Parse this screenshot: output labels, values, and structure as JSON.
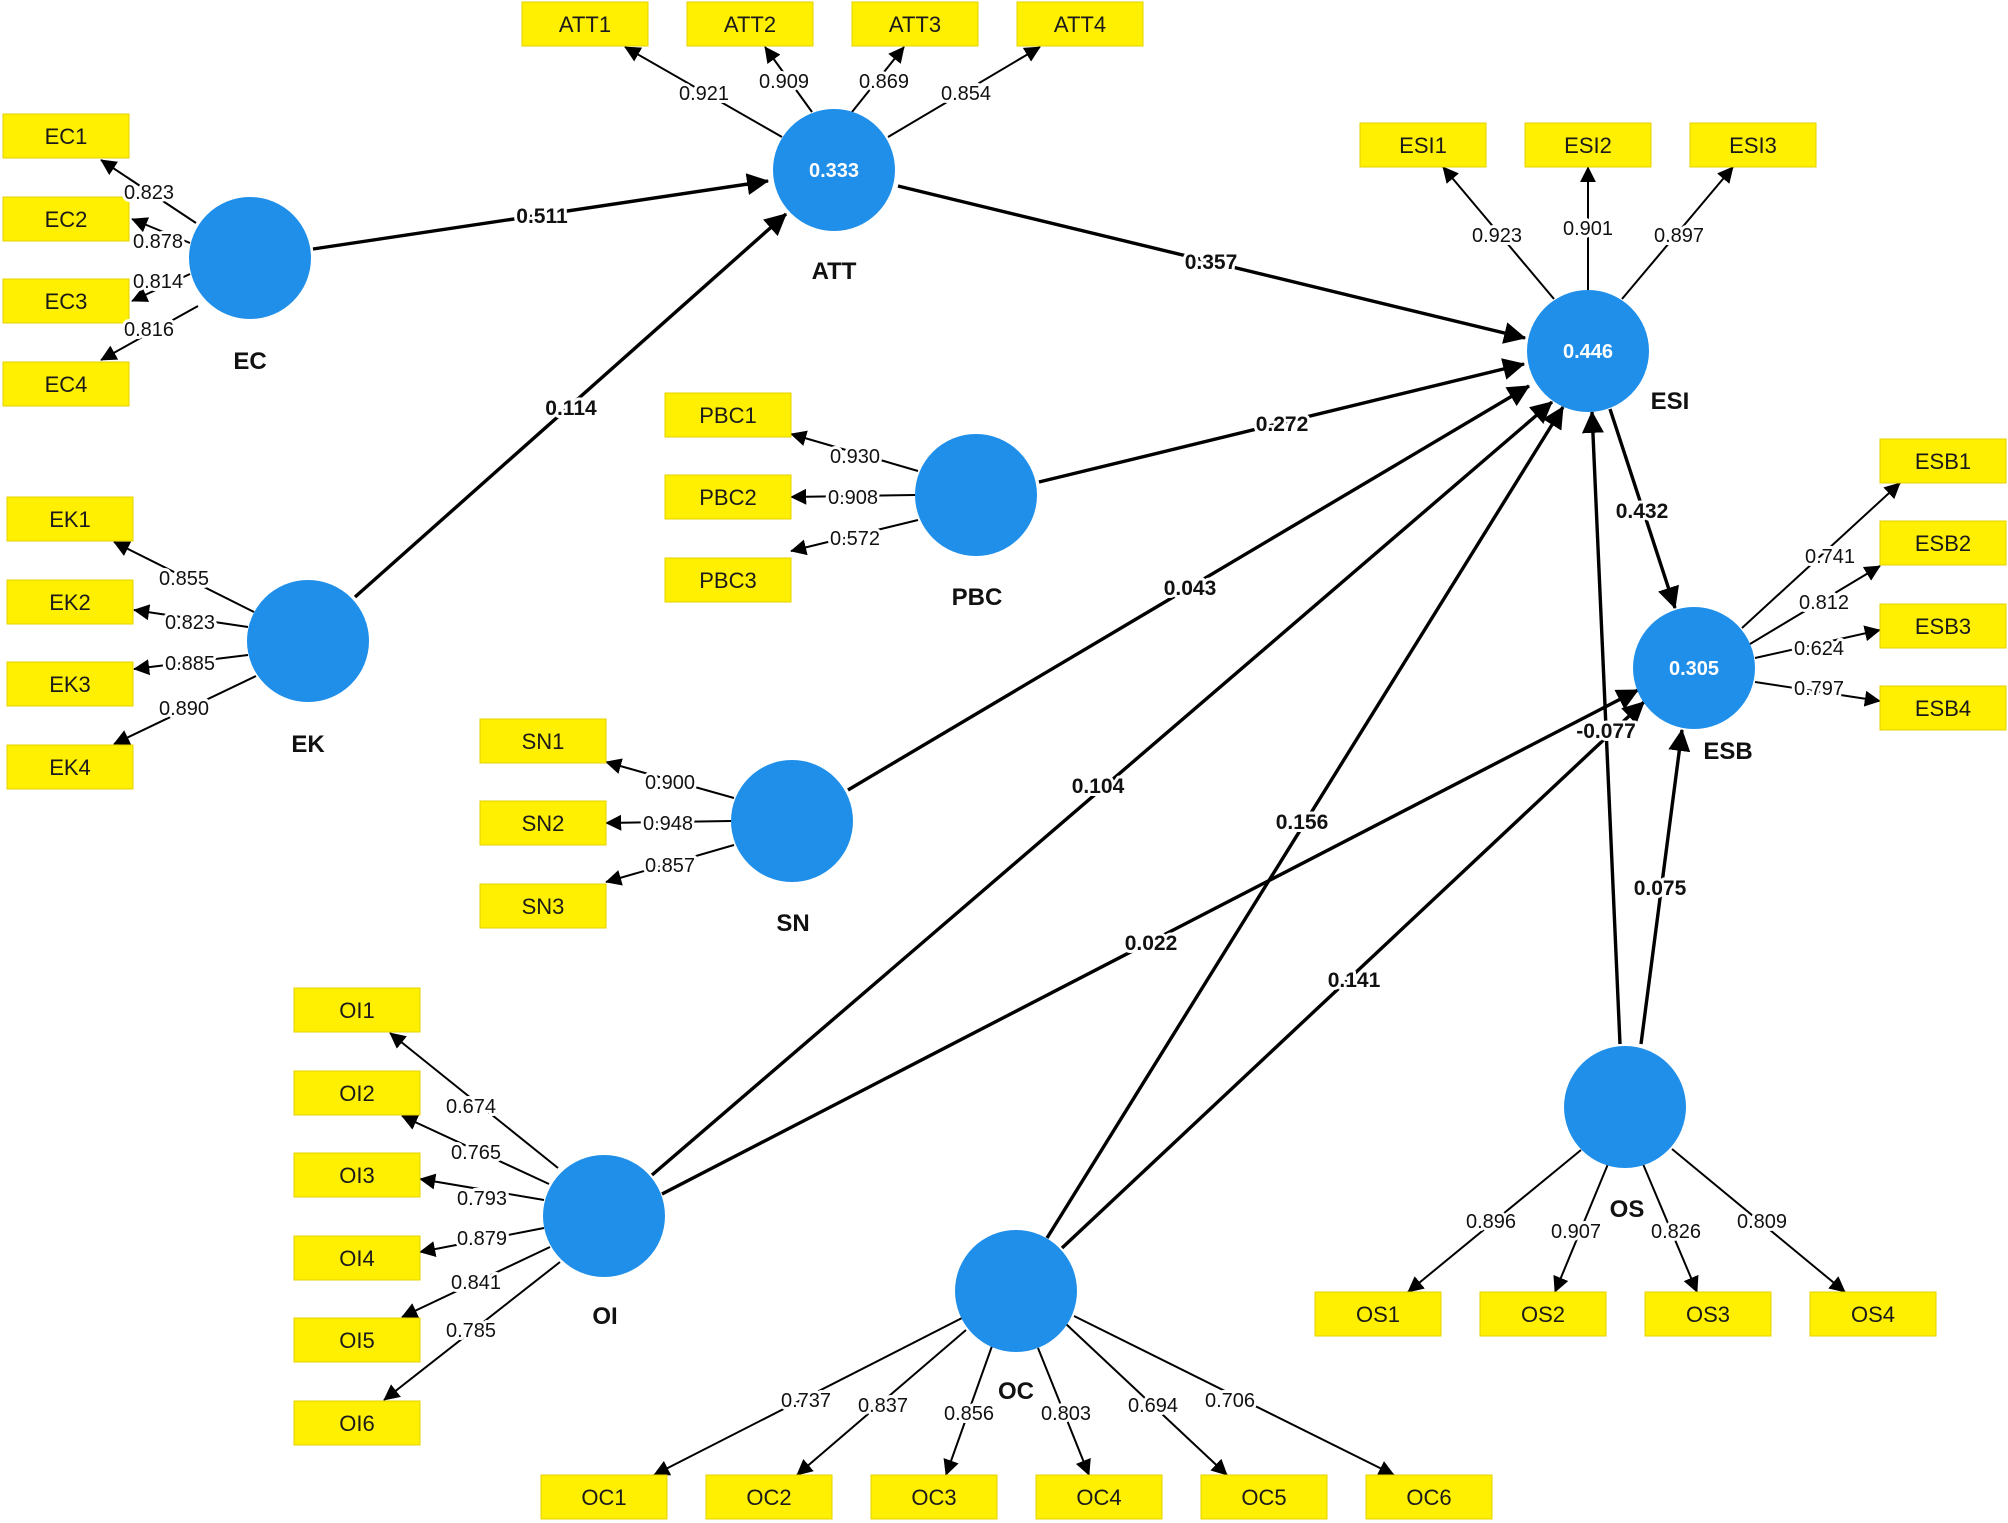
{
  "colors": {
    "latent_fill": "#1f8fea",
    "indicator_fill": "#ffef00",
    "line": "#000000",
    "r2_text": "#ffffff"
  },
  "constructs": [
    {
      "id": "EC",
      "label": "EC",
      "r2": ""
    },
    {
      "id": "ATT",
      "label": "ATT",
      "r2": "0.333"
    },
    {
      "id": "EK",
      "label": "EK",
      "r2": ""
    },
    {
      "id": "PBC",
      "label": "PBC",
      "r2": ""
    },
    {
      "id": "SN",
      "label": "SN",
      "r2": ""
    },
    {
      "id": "ESI",
      "label": "ESI",
      "r2": "0.446"
    },
    {
      "id": "ESB",
      "label": "ESB",
      "r2": "0.305"
    },
    {
      "id": "OI",
      "label": "OI",
      "r2": ""
    },
    {
      "id": "OC",
      "label": "OC",
      "r2": ""
    },
    {
      "id": "OS",
      "label": "OS",
      "r2": ""
    }
  ],
  "indicators": [
    {
      "id": "EC1",
      "label": "EC1",
      "construct": "EC",
      "loading": "0.823"
    },
    {
      "id": "EC2",
      "label": "EC2",
      "construct": "EC",
      "loading": "0.878"
    },
    {
      "id": "EC3",
      "label": "EC3",
      "construct": "EC",
      "loading": "0.814"
    },
    {
      "id": "EC4",
      "label": "EC4",
      "construct": "EC",
      "loading": "0.816"
    },
    {
      "id": "ATT1",
      "label": "ATT1",
      "construct": "ATT",
      "loading": "0.921"
    },
    {
      "id": "ATT2",
      "label": "ATT2",
      "construct": "ATT",
      "loading": "0.909"
    },
    {
      "id": "ATT3",
      "label": "ATT3",
      "construct": "ATT",
      "loading": "0.869"
    },
    {
      "id": "ATT4",
      "label": "ATT4",
      "construct": "ATT",
      "loading": "0.854"
    },
    {
      "id": "EK1",
      "label": "EK1",
      "construct": "EK",
      "loading": "0.855"
    },
    {
      "id": "EK2",
      "label": "EK2",
      "construct": "EK",
      "loading": "0.823"
    },
    {
      "id": "EK3",
      "label": "EK3",
      "construct": "EK",
      "loading": "0.885"
    },
    {
      "id": "EK4",
      "label": "EK4",
      "construct": "EK",
      "loading": "0.890"
    },
    {
      "id": "PBC1",
      "label": "PBC1",
      "construct": "PBC",
      "loading": "0.930"
    },
    {
      "id": "PBC2",
      "label": "PBC2",
      "construct": "PBC",
      "loading": "0.908"
    },
    {
      "id": "PBC3",
      "label": "PBC3",
      "construct": "PBC",
      "loading": "0.572"
    },
    {
      "id": "SN1",
      "label": "SN1",
      "construct": "SN",
      "loading": "0.900"
    },
    {
      "id": "SN2",
      "label": "SN2",
      "construct": "SN",
      "loading": "0.948"
    },
    {
      "id": "SN3",
      "label": "SN3",
      "construct": "SN",
      "loading": "0.857"
    },
    {
      "id": "ESI1",
      "label": "ESI1",
      "construct": "ESI",
      "loading": "0.923"
    },
    {
      "id": "ESI2",
      "label": "ESI2",
      "construct": "ESI",
      "loading": "0.901"
    },
    {
      "id": "ESI3",
      "label": "ESI3",
      "construct": "ESI",
      "loading": "0.897"
    },
    {
      "id": "ESB1",
      "label": "ESB1",
      "construct": "ESB",
      "loading": "0.741"
    },
    {
      "id": "ESB2",
      "label": "ESB2",
      "construct": "ESB",
      "loading": "0.812"
    },
    {
      "id": "ESB3",
      "label": "ESB3",
      "construct": "ESB",
      "loading": "0.624"
    },
    {
      "id": "ESB4",
      "label": "ESB4",
      "construct": "ESB",
      "loading": "0.797"
    },
    {
      "id": "OI1",
      "label": "OI1",
      "construct": "OI",
      "loading": "0.674"
    },
    {
      "id": "OI2",
      "label": "OI2",
      "construct": "OI",
      "loading": "0.765"
    },
    {
      "id": "OI3",
      "label": "OI3",
      "construct": "OI",
      "loading": "0.793"
    },
    {
      "id": "OI4",
      "label": "OI4",
      "construct": "OI",
      "loading": "0.879"
    },
    {
      "id": "OI5",
      "label": "OI5",
      "construct": "OI",
      "loading": "0.841"
    },
    {
      "id": "OI6",
      "label": "OI6",
      "construct": "OI",
      "loading": "0.785"
    },
    {
      "id": "OC1",
      "label": "OC1",
      "construct": "OC",
      "loading": "0.737"
    },
    {
      "id": "OC2",
      "label": "OC2",
      "construct": "OC",
      "loading": "0.837"
    },
    {
      "id": "OC3",
      "label": "OC3",
      "construct": "OC",
      "loading": "0.856"
    },
    {
      "id": "OC4",
      "label": "OC4",
      "construct": "OC",
      "loading": "0.803"
    },
    {
      "id": "OC5",
      "label": "OC5",
      "construct": "OC",
      "loading": "0.694"
    },
    {
      "id": "OC6",
      "label": "OC6",
      "construct": "OC",
      "loading": "0.706"
    },
    {
      "id": "OS1",
      "label": "OS1",
      "construct": "OS",
      "loading": "0.896"
    },
    {
      "id": "OS2",
      "label": "OS2",
      "construct": "OS",
      "loading": "0.907"
    },
    {
      "id": "OS3",
      "label": "OS3",
      "construct": "OS",
      "loading": "0.826"
    },
    {
      "id": "OS4",
      "label": "OS4",
      "construct": "OS",
      "loading": "0.809"
    }
  ],
  "paths": [
    {
      "from": "EC",
      "to": "ATT",
      "coef": "0.511"
    },
    {
      "from": "EK",
      "to": "ATT",
      "coef": "0.114"
    },
    {
      "from": "ATT",
      "to": "ESI",
      "coef": "0.357"
    },
    {
      "from": "PBC",
      "to": "ESI",
      "coef": "0.272"
    },
    {
      "from": "SN",
      "to": "ESI",
      "coef": "0.043"
    },
    {
      "from": "OI",
      "to": "ESI",
      "coef": "0.104"
    },
    {
      "from": "OC",
      "to": "ESI",
      "coef": "0.156"
    },
    {
      "from": "OS",
      "to": "ESI",
      "coef": "-0.077"
    },
    {
      "from": "ESI",
      "to": "ESB",
      "coef": "0.432"
    },
    {
      "from": "OI",
      "to": "ESB",
      "coef": "0.022"
    },
    {
      "from": "OC",
      "to": "ESB",
      "coef": "0.141"
    },
    {
      "from": "OS",
      "to": "ESB",
      "coef": "0.075"
    }
  ]
}
